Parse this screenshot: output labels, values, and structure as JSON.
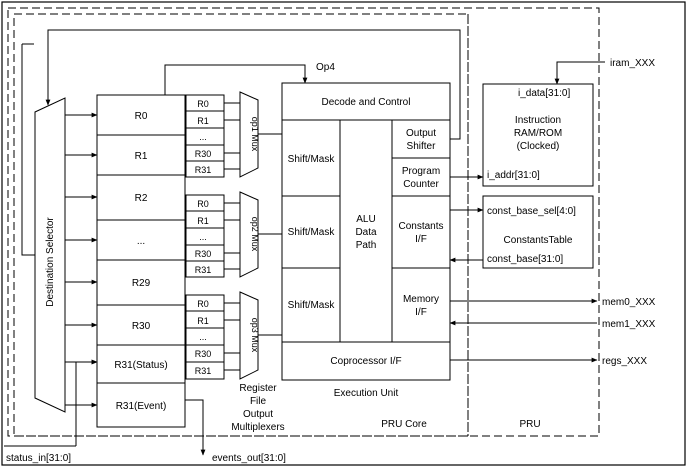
{
  "registers": [
    "R0",
    "R1",
    "R2",
    "...",
    "R29",
    "R30",
    "R31(Status)",
    "R31(Event)"
  ],
  "mux_inputs": {
    "op1": [
      "R0",
      "R1",
      "...",
      "R30",
      "R31"
    ],
    "op2": [
      "R0",
      "R1",
      "...",
      "R30",
      "R31"
    ],
    "op3": [
      "R0",
      "R1",
      "...",
      "R30",
      "R31"
    ]
  },
  "mux_labels": [
    "op1 Mux",
    "op2 Mux",
    "op3 Mux"
  ],
  "op4_label": "Op4",
  "destination_selector": "Destination Selector",
  "decode_control": "Decode and Control",
  "shift_mask": [
    "Shift/Mask",
    "Shift/Mask",
    "Shift/Mask"
  ],
  "alu": [
    "ALU",
    "Data",
    "Path"
  ],
  "output_shifter": [
    "Output",
    "Shifter"
  ],
  "program_counter": [
    "Program",
    "Counter"
  ],
  "constants_if": [
    "Constants",
    "I/F"
  ],
  "memory_if": [
    "Memory",
    "I/F"
  ],
  "coprocessor_if": "Coprocessor I/F",
  "execution_unit": "Execution Unit",
  "register_file_caption": [
    "Register",
    "File",
    "Output",
    "Multiplexers"
  ],
  "pru_core": "PRU Core",
  "pru": "PRU",
  "instruction_ram": [
    "Instruction",
    "RAM/ROM",
    "(Clocked)"
  ],
  "i_data": "i_data[31:0]",
  "i_addr": "i_addr[31:0]",
  "constants_table": "ConstantsTable",
  "const_base_sel": "const_base_sel[4:0]",
  "const_base": "const_base[31:0]",
  "external_signals": {
    "iram": "iram_XXX",
    "mem0": "mem0_XXX",
    "mem1": "mem1_XXX",
    "regs": "regs_XXX",
    "status_in": "status_in[31:0]",
    "events_out": "events_out[31:0]"
  }
}
